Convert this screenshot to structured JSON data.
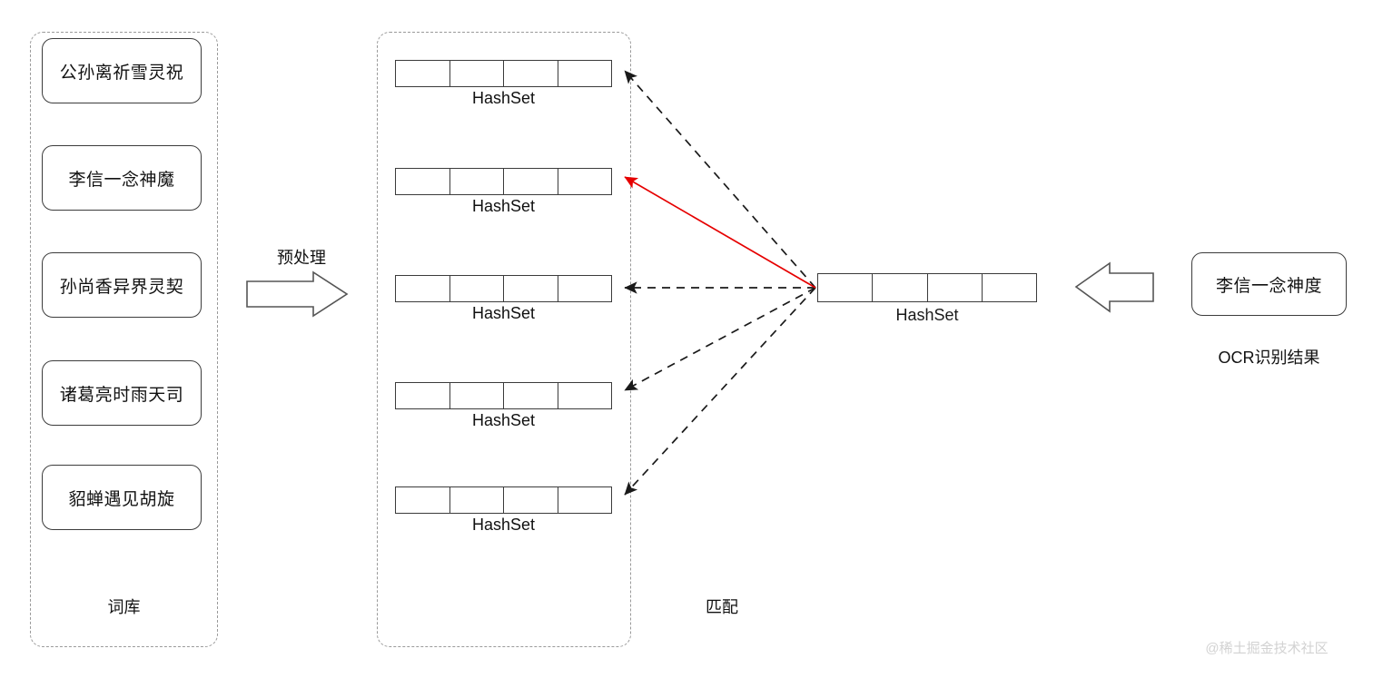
{
  "diagram": {
    "title": "HashSet based OCR word matching diagram",
    "colors": {
      "stroke": "#3b3b3b",
      "dashed_container": "#9a9a9a",
      "match_arrow": "#e60000",
      "link_arrow": "#1a1a1a",
      "watermark": "#d2d2d2"
    }
  },
  "dictionary_panel": {
    "caption": "词库",
    "items": [
      {
        "label": "公孙离祈雪灵祝"
      },
      {
        "label": "李信一念神魔"
      },
      {
        "label": "孙尚香异界灵契"
      },
      {
        "label": "诸葛亮时雨天司"
      },
      {
        "label": "貂蝉遇见胡旋"
      }
    ]
  },
  "preprocess": {
    "label": "预处理",
    "icon": "block-arrow-right-icon"
  },
  "match_panel": {
    "caption": "匹配",
    "hashsets": [
      {
        "label": "HashSet",
        "cells": 4,
        "highlighted": false
      },
      {
        "label": "HashSet",
        "cells": 4,
        "highlighted": true
      },
      {
        "label": "HashSet",
        "cells": 4,
        "highlighted": false
      },
      {
        "label": "HashSet",
        "cells": 4,
        "highlighted": false
      },
      {
        "label": "HashSet",
        "cells": 4,
        "highlighted": false
      }
    ]
  },
  "query": {
    "hashset_label": "HashSet",
    "cells": 4
  },
  "ocr_panel": {
    "value": "李信一念神度",
    "caption": "OCR识别结果",
    "icon": "block-arrow-left-icon"
  },
  "watermark": {
    "text": "@稀土掘金技术社区"
  }
}
